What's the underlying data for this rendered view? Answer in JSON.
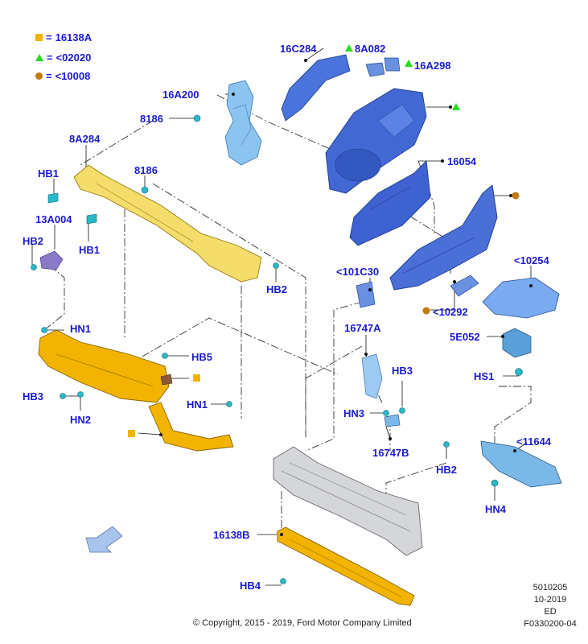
{
  "legend": [
    {
      "symbol": "yellow-square",
      "eq": "=",
      "code": "16138A"
    },
    {
      "symbol": "green-triangle",
      "eq": "=",
      "code": "<02020"
    },
    {
      "symbol": "brown-circle",
      "eq": "=",
      "code": "<10008"
    }
  ],
  "labels": {
    "l_16c284": "16C284",
    "l_8a082": "8A082",
    "l_16a298": "16A298",
    "l_16a200": "16A200",
    "l_8186_top": "8186",
    "l_8a284": "8A284",
    "l_hb1_a": "HB1",
    "l_8186_mid": "8186",
    "l_13a004": "13A004",
    "l_hb1_b": "HB1",
    "l_hb2_left": "HB2",
    "l_hb2_mid": "HB2",
    "l_16054": "16054",
    "l_101c30": "<101C30",
    "l_10254": "<10254",
    "l_10292": "<10292",
    "l_hn1_a": "HN1",
    "l_hb5": "HB5",
    "l_16747a": "16747A",
    "l_5e052": "5E052",
    "l_hb3_left": "HB3",
    "l_hn2": "HN2",
    "l_hn1_b": "HN1",
    "l_hb3_right": "HB3",
    "l_hn3": "HN3",
    "l_hs1": "HS1",
    "l_16747b": "16747B",
    "l_11644": "<11644",
    "l_hb2_right": "HB2",
    "l_hn4": "HN4",
    "l_16138b": "16138B",
    "l_hb4": "HB4"
  },
  "footer": {
    "code": "5010205",
    "date": "10-2019",
    "ed": "ED",
    "figure": "F0330200-04",
    "copyright": "© Copyright, 2015 - 2019, Ford Motor Company Limited"
  },
  "colors": {
    "label": "#1a1ad0",
    "part_yellow": "#f2b400",
    "part_blue": "#3a62d8",
    "part_lightblue": "#7ab8ee",
    "fastener_teal": "#2ab8c8",
    "symbol_green": "#22dd22",
    "symbol_brown": "#c07a10"
  }
}
